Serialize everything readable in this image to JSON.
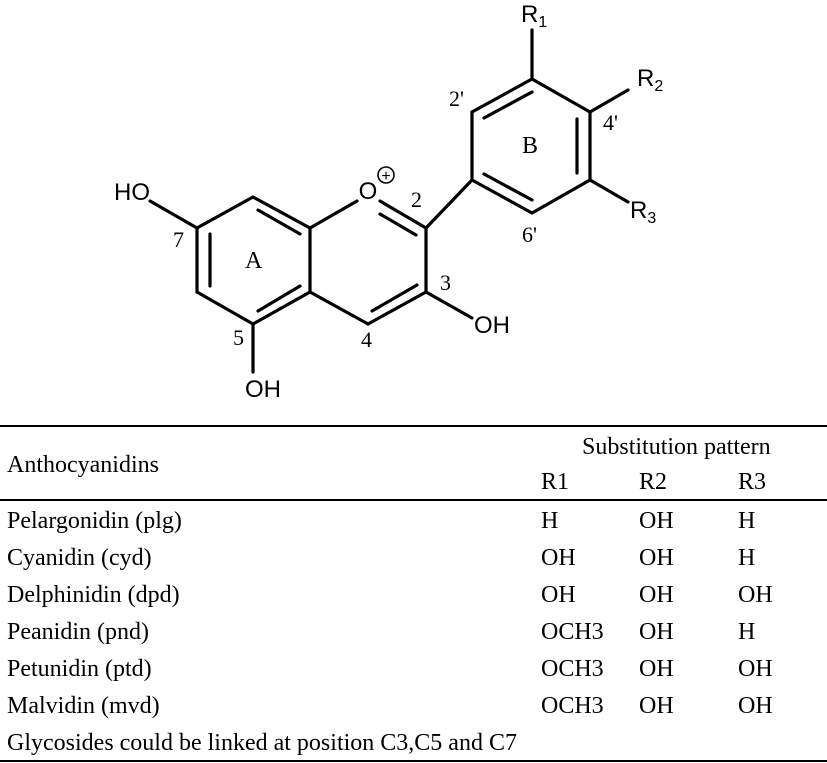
{
  "structure": {
    "atoms": {
      "oxygen": "O",
      "charge": "+",
      "oh_7": "HO",
      "oh_3": "OH",
      "oh_5": "OH",
      "r1": "R",
      "r1_sub": "1",
      "r2": "R",
      "r2_sub": "2",
      "r3": "R",
      "r3_sub": "3"
    },
    "ring_labels": {
      "a": "A",
      "b": "B"
    },
    "position_numbers": {
      "p2": "2",
      "p3": "3",
      "p4": "4",
      "p5": "5",
      "p7": "7",
      "p2prime": "2'",
      "p4prime": "4'",
      "p6prime": "6'"
    }
  },
  "table": {
    "first_column_header": "Anthocyanidins",
    "group_header": "Substitution pattern",
    "columns": [
      "R1",
      "R2",
      "R3"
    ],
    "rows": [
      {
        "name": "Pelargonidin (plg)",
        "r1": "H",
        "r2": "OH",
        "r3": "H"
      },
      {
        "name": "Cyanidin (cyd)",
        "r1": "OH",
        "r2": "OH",
        "r3": "H"
      },
      {
        "name": "Delphinidin (dpd)",
        "r1": "OH",
        "r2": "OH",
        "r3": "OH"
      },
      {
        "name": "Peanidin (pnd)",
        "r1": "OCH3",
        "r2": "OH",
        "r3": "H"
      },
      {
        "name": "Petunidin (ptd)",
        "r1": "OCH3",
        "r2": "OH",
        "r3": "OH"
      },
      {
        "name": "Malvidin (mvd)",
        "r1": "OCH3",
        "r2": "OH",
        "r3": "OH"
      }
    ],
    "footnote": "Glycosides could be linked at position C3,C5 and C7"
  }
}
